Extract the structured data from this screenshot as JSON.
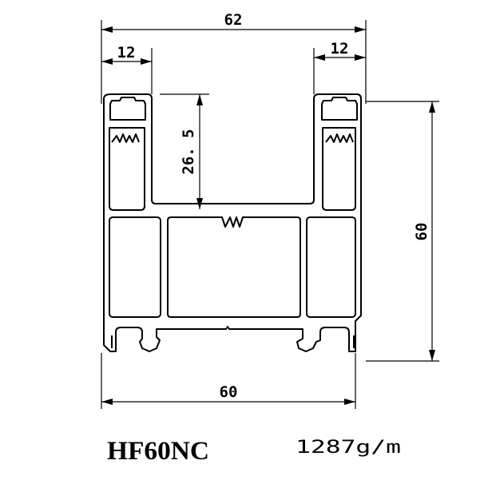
{
  "dimensions": {
    "total_width_top": "62",
    "left_flange": "12",
    "right_flange": "12",
    "channel_depth": "26. 5",
    "height": "60",
    "base_width": "60"
  },
  "model": "HF60NC",
  "weight": "1287g/m"
}
